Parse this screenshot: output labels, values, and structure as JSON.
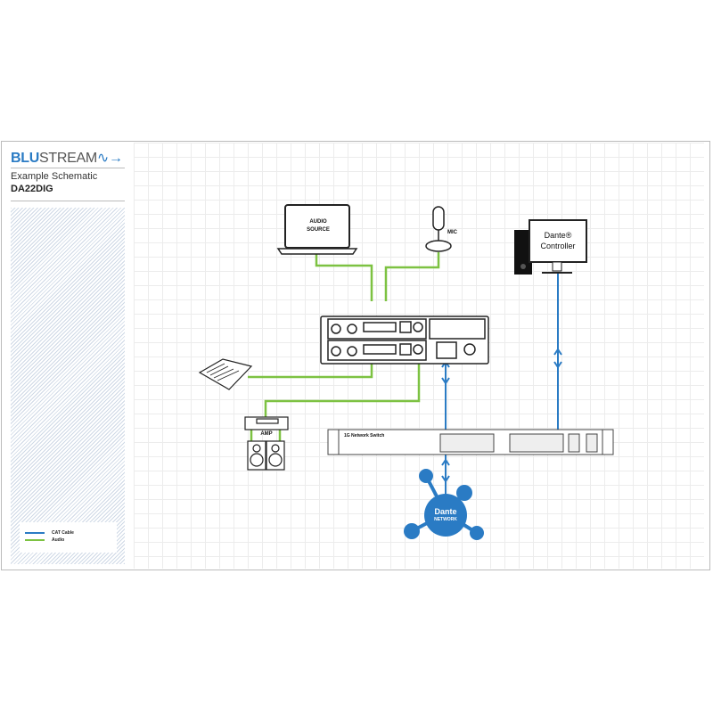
{
  "header": {
    "logo_blu": "BLU",
    "logo_stream": "STREAM",
    "subtitle": "Example Schematic",
    "model": "DA22DIG"
  },
  "devices": {
    "audio_source": "AUDIO\nSOURCE",
    "audio_source_l1": "AUDIO",
    "audio_source_l2": "SOURCE",
    "mic": "MIC",
    "dante_controller_l1": "Dante®",
    "dante_controller_l2": "Controller",
    "amp": "AMP",
    "switch": "1G Network Switch",
    "dante_network_l1": "Dante",
    "dante_network_l2": "NETWORK"
  },
  "legend": {
    "items": [
      {
        "label": "CAT Cable",
        "color": "#2a7bc4"
      },
      {
        "label": "Audio",
        "color": "#7dc242"
      }
    ]
  },
  "colors": {
    "cat": "#2a7bc4",
    "audio": "#7dc242"
  }
}
